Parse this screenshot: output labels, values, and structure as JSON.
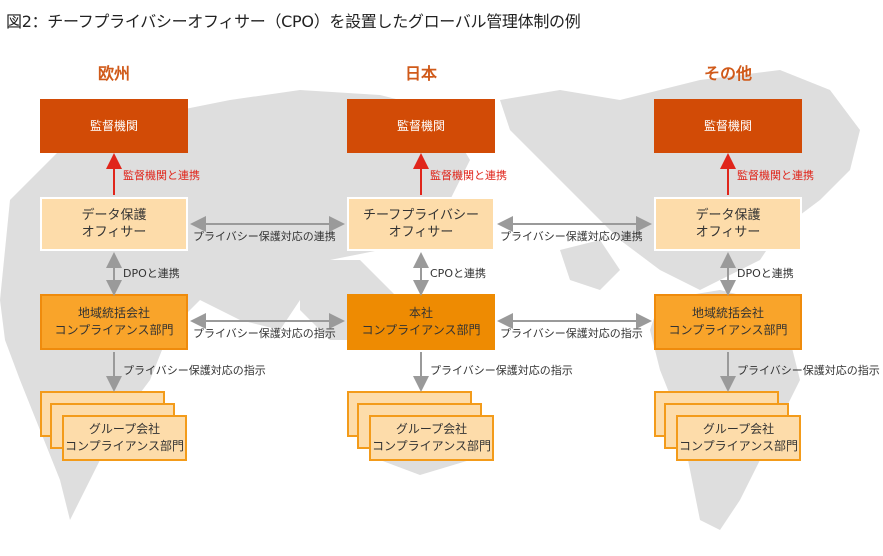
{
  "title": "図2：チーフプライバシーオフィサー（CPO）を設置したグローバル管理体制の例",
  "colors": {
    "authority": "#d24b06",
    "officer": "#fddcaa",
    "compliance": "#f9a42a",
    "hq": "#ee8b02",
    "red_arrow": "#e0251b",
    "gray_arrow": "#9a9a9a"
  },
  "columns": [
    {
      "region": "欧州",
      "authority": "監督機関",
      "authority_link": "監督機関と連携",
      "officer": "データ保護\nオフィサー",
      "officer_link": "DPOと連携",
      "compliance": "地域統括会社\nコンプライアンス部門",
      "instruction": "プライバシー保護対応の指示",
      "group": "グループ会社\nコンプライアンス部門"
    },
    {
      "region": "日本",
      "authority": "監督機関",
      "authority_link": "監督機関と連携",
      "officer": "チーフプライバシー\nオフィサー",
      "officer_link": "CPOと連携",
      "compliance": "本社\nコンプライアンス部門",
      "instruction": "プライバシー保護対応の指示",
      "group": "グループ会社\nコンプライアンス部門"
    },
    {
      "region": "その他",
      "authority": "監督機関",
      "authority_link": "監督機関と連携",
      "officer": "データ保護\nオフィサー",
      "officer_link": "DPOと連携",
      "compliance": "地域統括会社\nコンプライアンス部門",
      "instruction": "プライバシー保護対応の指示",
      "group": "グループ会社\nコンプライアンス部門"
    }
  ],
  "horizontal_links": {
    "officer_left": "プライバシー保護対応の連携",
    "officer_right": "プライバシー保護対応の連携",
    "compliance_left": "プライバシー保護対応の指示",
    "compliance_right": "プライバシー保護対応の指示"
  }
}
